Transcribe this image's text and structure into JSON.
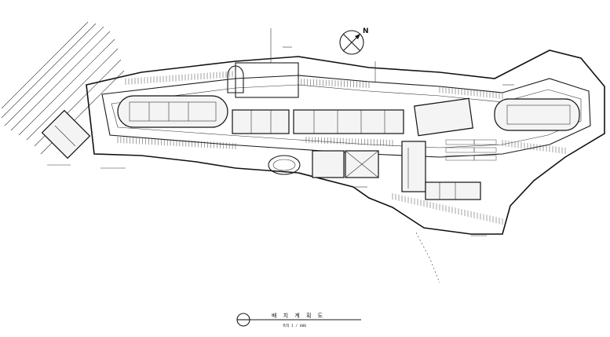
{
  "drawing": {
    "title": "배 치 계 획 도",
    "scale": "축척 1 / 600",
    "north_label": "N"
  }
}
